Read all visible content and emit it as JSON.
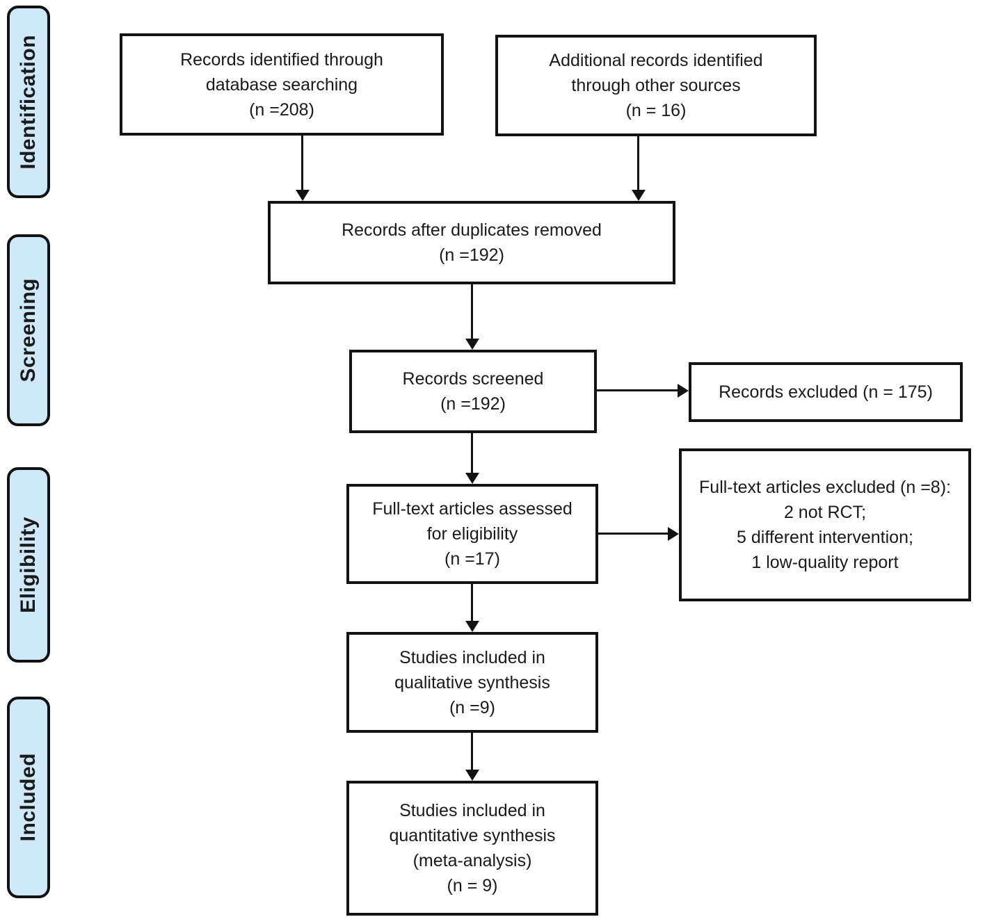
{
  "diagram": {
    "type": "prisma-flow-diagram",
    "stages": [
      {
        "label": "Identification"
      },
      {
        "label": "Screening"
      },
      {
        "label": "Eligibility"
      },
      {
        "label": "Included"
      }
    ],
    "boxes": {
      "records_identified": {
        "text": "Records identified through\ndatabase searching\n(n =208)"
      },
      "additional_records": {
        "text": "Additional records identified\nthrough other sources\n(n = 16)"
      },
      "duplicates_removed": {
        "text": "Records after duplicates removed\n(n =192)"
      },
      "records_screened": {
        "text": "Records screened\n(n =192)"
      },
      "records_excluded": {
        "text": "Records excluded (n = 175)"
      },
      "fulltext_assessed": {
        "text": "Full-text articles assessed\nfor eligibility\n(n =17)"
      },
      "fulltext_excluded": {
        "text": "Full-text articles excluded (n =8):\n2 not RCT;\n5 different intervention;\n1 low-quality report"
      },
      "qualitative_synthesis": {
        "text": "Studies included in\nqualitative synthesis\n(n =9)"
      },
      "quantitative_synthesis": {
        "text": "Studies included in\nquantitative synthesis\n(meta-analysis)\n(n = 9)"
      }
    },
    "counts": {
      "database_searching": 208,
      "other_sources": 16,
      "after_duplicates": 192,
      "screened": 192,
      "records_excluded": 175,
      "fulltext_assessed": 17,
      "fulltext_excluded": 8,
      "qualitative": 9,
      "quantitative": 9
    },
    "colors": {
      "stage_fill": "#cfe9fa",
      "line": "#121212",
      "box_background": "#ffffff"
    }
  }
}
